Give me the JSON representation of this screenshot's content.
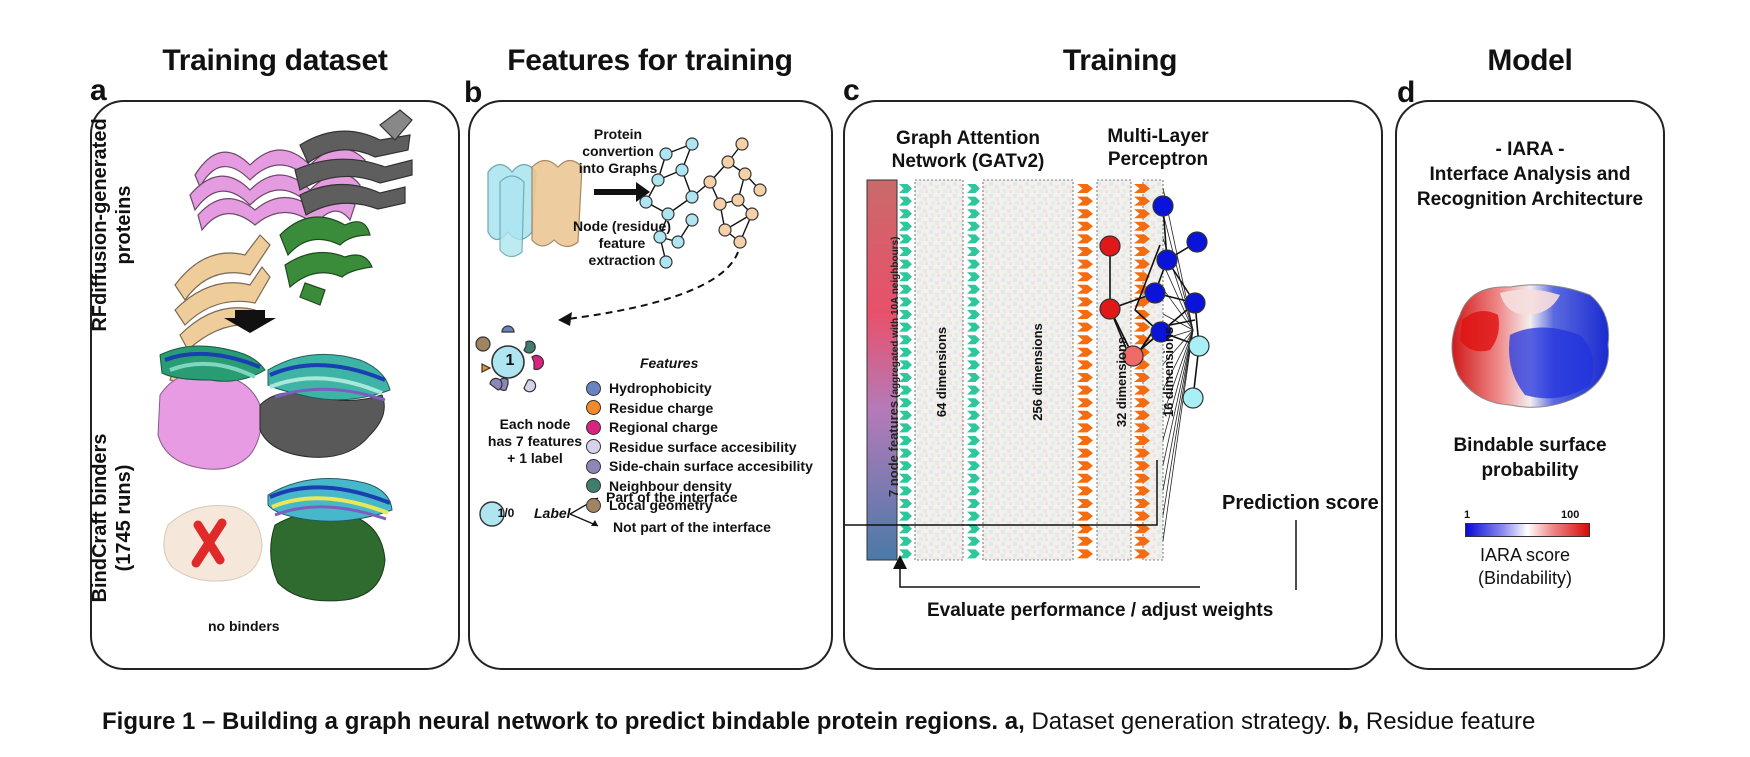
{
  "panels": {
    "a": {
      "letter": "a",
      "title": "Training dataset",
      "side_top": "RFdiffusion-generated proteins",
      "side_bottom_1": "BindCraft binders",
      "side_bottom_2": "(1745 runs)",
      "no_binders": "no binders"
    },
    "b": {
      "letter": "b",
      "title": "Features for training",
      "step1_line1": "Protein",
      "step1_line2": "convertion",
      "step1_line3": "into Graphs",
      "step2_line1": "Node (residue)",
      "step2_line2": "feature",
      "step2_line3": "extraction",
      "node_label": "1",
      "each_node_line1": "Each node",
      "each_node_line2": "has 7 features",
      "each_node_line3": "+ 1 label",
      "features_heading": "Features",
      "features": [
        {
          "name": "Hydrophobicity",
          "color": "#6b82c2"
        },
        {
          "name": "Residue charge",
          "color": "#f08a2a"
        },
        {
          "name": "Regional charge",
          "color": "#d8237f"
        },
        {
          "name": "Residue surface accesibility",
          "color": "#d7d2ea"
        },
        {
          "name": "Side-chain surface accesibility",
          "color": "#8d86b8"
        },
        {
          "name": "Neighbour density",
          "color": "#3f7d6e"
        },
        {
          "name": "Local geometry",
          "color": "#a08462"
        }
      ],
      "label_badge": "1/0",
      "label_word": "Label",
      "label_pos": "Part of the interface",
      "label_neg": "Not part of the interface"
    },
    "c": {
      "letter": "c",
      "title": "Training",
      "gat_line1": "Graph Attention",
      "gat_line2": "Network (GATv2)",
      "mlp_line1": "Multi-Layer",
      "mlp_line2": "Perceptron",
      "input_label": "7 node features",
      "input_sub": "(aggregated with 10A neighbours)",
      "dim_64": "64 dimensions",
      "dim_256": "256 dimensions",
      "dim_32": "32 dimensions",
      "dim_16": "16 dimensions",
      "prediction": "Prediction score",
      "feedback": "Evaluate performance / adjust weights"
    },
    "d": {
      "letter": "d",
      "title": "Model",
      "name_line1": "- IARA -",
      "name_line2": "Interface Analysis and",
      "name_line3": "Recognition Architecture",
      "prob_line1": "Bindable surface",
      "prob_line2": "probability",
      "scale_min": "1",
      "scale_max": "100",
      "score_line1": "IARA score",
      "score_line2": "(Bindability)"
    }
  },
  "caption": {
    "prefix": "Figure 1 – Building a graph neural network to predict bindable protein regions.",
    "a_bold": "a,",
    "a_text": "Dataset generation strategy.",
    "b_bold": "b,",
    "b_text": "Residue feature"
  }
}
